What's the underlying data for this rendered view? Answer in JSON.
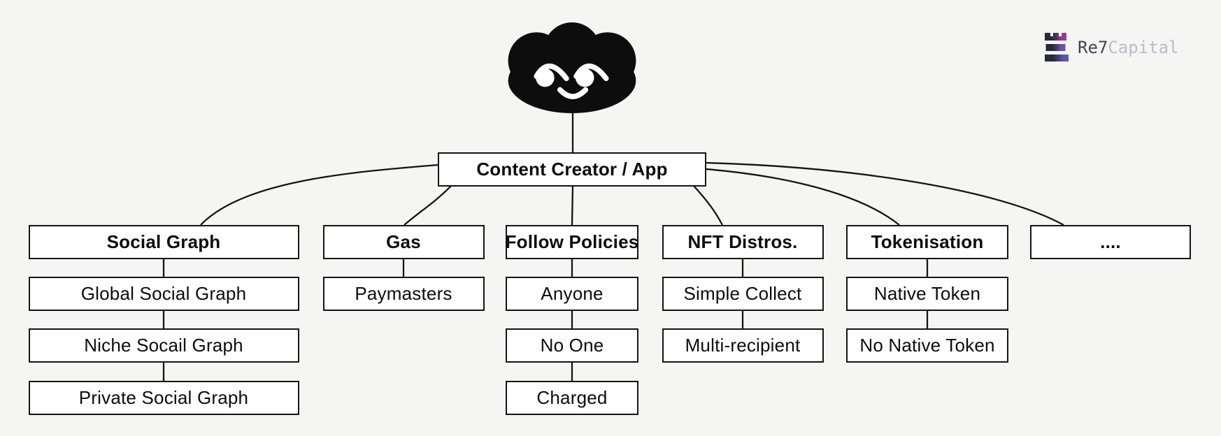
{
  "tree": {
    "root": "Content Creator / App",
    "columns": [
      {
        "header": "Social Graph",
        "items": [
          "Global Social Graph",
          "Niche Socail Graph",
          "Private Social Graph"
        ]
      },
      {
        "header": "Gas",
        "items": [
          "Paymasters"
        ]
      },
      {
        "header": "Follow Policies",
        "items": [
          "Anyone",
          "No One",
          "Charged"
        ]
      },
      {
        "header": "NFT Distros.",
        "items": [
          "Simple Collect",
          "Multi-recipient"
        ]
      },
      {
        "header": "Tokenisation",
        "items": [
          "Native Token",
          "No Native Token"
        ]
      },
      {
        "header": "....",
        "items": []
      }
    ]
  },
  "logo": {
    "brand_primary": "Re7",
    "brand_secondary": "Capital"
  },
  "icons": {
    "mascot": "smiling-cloud-mascot",
    "logo_icon": "stacked-bars-castle-icon"
  },
  "colors": {
    "background": "#f5f5f3",
    "box_fill": "#ffffff",
    "box_border": "#141414",
    "line": "#141414",
    "mascot": "#0d0d0d",
    "brand_primary": "#3d4553",
    "brand_secondary": "#b9bdc6",
    "icon_dark": "#272b3a",
    "icon_purple_top": "#9a3a95",
    "icon_purple_mid": "#6f51a8",
    "icon_purple_bottom": "#5d54bb"
  }
}
